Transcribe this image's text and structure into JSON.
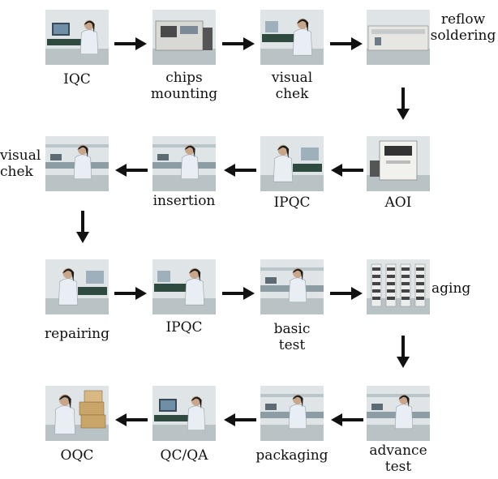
{
  "steps": [
    {
      "id": "iqc",
      "label_lines": [
        "IQC"
      ],
      "scene": "desk-worker"
    },
    {
      "id": "chips-mounting",
      "label_lines": [
        "chips",
        "mounting"
      ],
      "scene": "machine"
    },
    {
      "id": "visual-chek-1",
      "label_lines": [
        "visual",
        "chek"
      ],
      "scene": "bench-worker"
    },
    {
      "id": "reflow-soldering",
      "label_lines": [
        "reflow",
        "soldering"
      ],
      "scene": "oven"
    },
    {
      "id": "aoi",
      "label_lines": [
        "AOI"
      ],
      "scene": "aoi-machine"
    },
    {
      "id": "ipqc-1",
      "label_lines": [
        "IPQC"
      ],
      "scene": "seated-worker"
    },
    {
      "id": "insertion",
      "label_lines": [
        "insertion"
      ],
      "scene": "line-worker"
    },
    {
      "id": "visual-chek-2",
      "label_lines": [
        "visual",
        "chek"
      ],
      "scene": "line-worker"
    },
    {
      "id": "repairing",
      "label_lines": [
        "repairing"
      ],
      "scene": "seated-worker"
    },
    {
      "id": "ipqc-2",
      "label_lines": [
        "IPQC"
      ],
      "scene": "bench-worker"
    },
    {
      "id": "basic-test",
      "label_lines": [
        "basic",
        "test"
      ],
      "scene": "line-worker"
    },
    {
      "id": "aging",
      "label_lines": [
        "aging"
      ],
      "scene": "racks"
    },
    {
      "id": "advance-test",
      "label_lines": [
        "advance",
        "test"
      ],
      "scene": "line-worker"
    },
    {
      "id": "packaging",
      "label_lines": [
        "packaging"
      ],
      "scene": "line-worker"
    },
    {
      "id": "qc-qa",
      "label_lines": [
        "QC/QA"
      ],
      "scene": "desk-worker"
    },
    {
      "id": "oqc",
      "label_lines": [
        "OQC"
      ],
      "scene": "boxes"
    }
  ],
  "colors": {
    "arrow": "#111111",
    "coat": "#e9eef4",
    "skin": "#c9a58a",
    "hair": "#1c1c1c",
    "wall": "#dfe4e6",
    "floor": "#b9c2c4",
    "bench": "#2f4a3e",
    "machine": "#d8d8d4",
    "box": "#c9a56a"
  }
}
